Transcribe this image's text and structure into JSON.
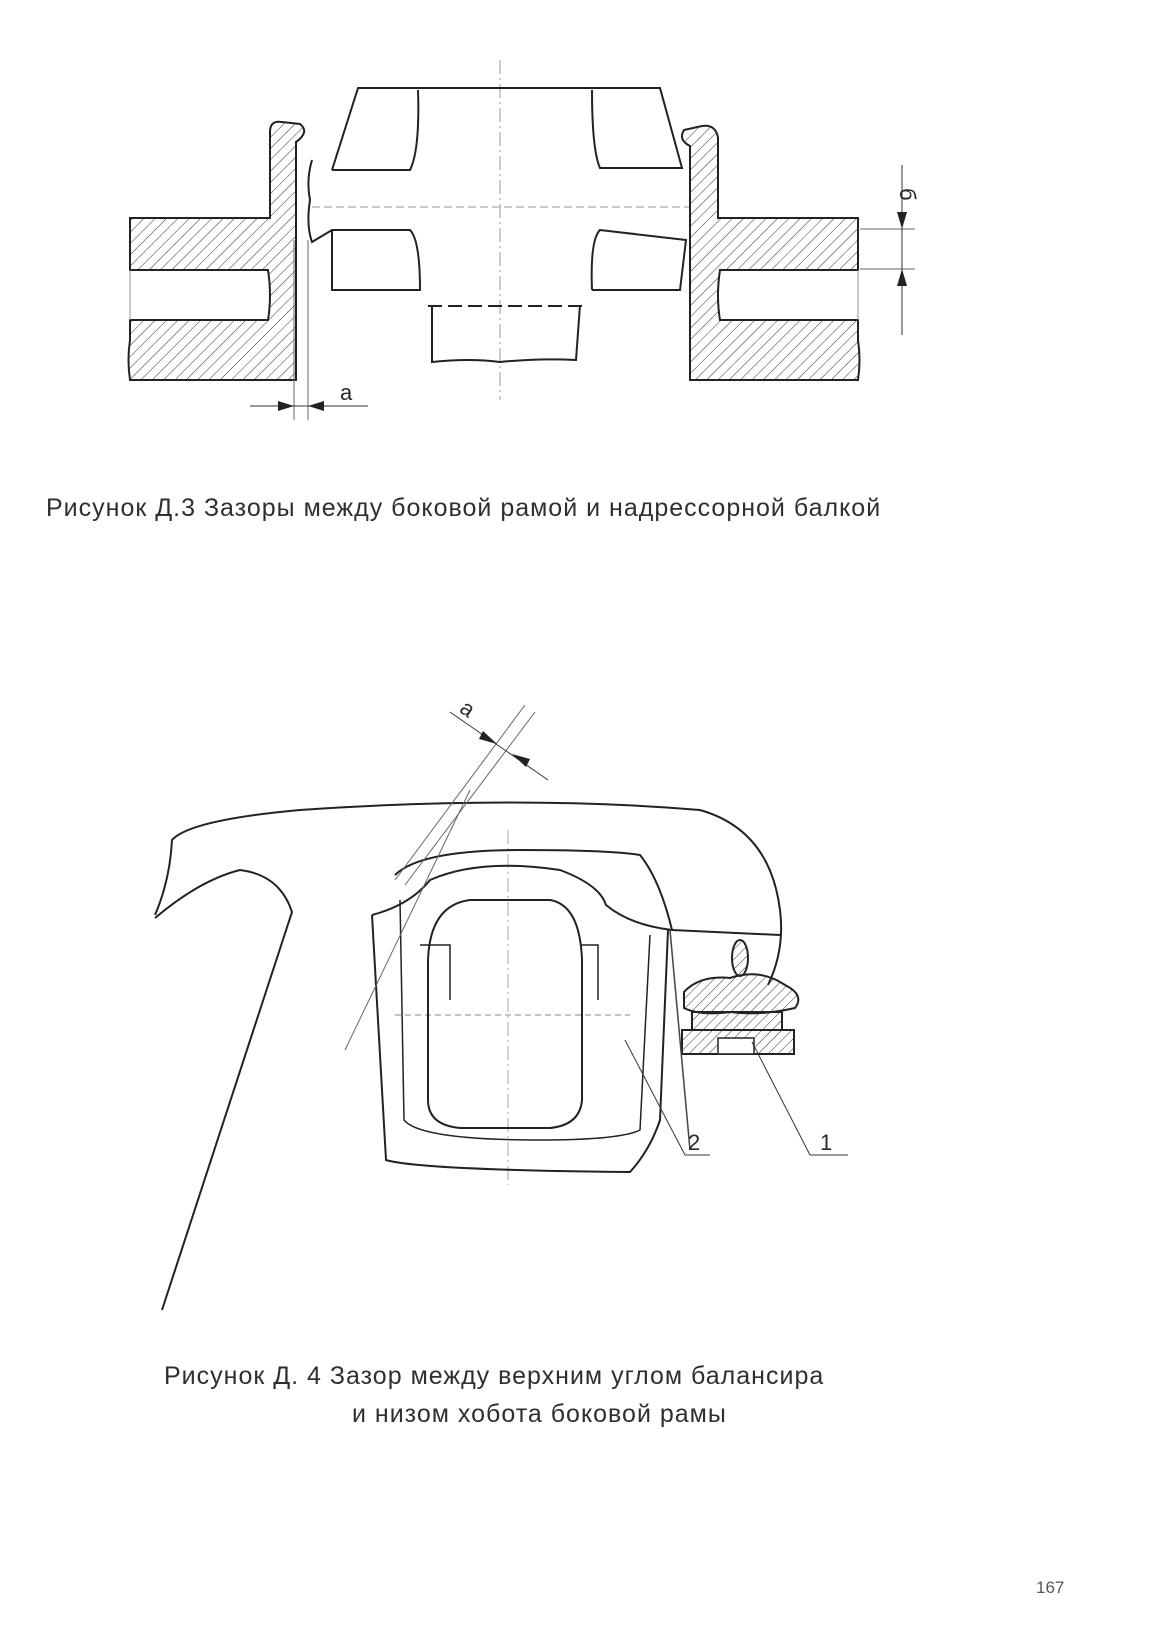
{
  "figure_d3": {
    "caption": "Рисунок Д.3  Зазоры между боковой рамой и надрессорной балкой",
    "label_a": "а",
    "label_b": "б"
  },
  "figure_d4": {
    "caption_line1": "Рисунок Д. 4 Зазор между верхним углом балансира",
    "caption_line2": "и низом хобота боковой рамы",
    "label_a": "а",
    "label_1": "1",
    "label_2": "2"
  },
  "page_number": "167"
}
